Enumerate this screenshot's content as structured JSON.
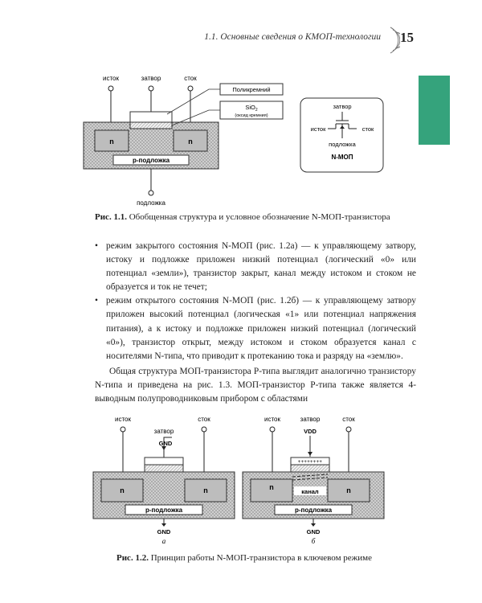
{
  "header": {
    "running_title": "1.1. Основные сведения о КМОП-технологии",
    "page_number": "15"
  },
  "figure1": {
    "label_source": "исток",
    "label_gate": "затвор",
    "label_drain": "сток",
    "label_n_left": "n",
    "label_n_right": "n",
    "label_substrate": "р-подложка",
    "label_bulk": "подложка",
    "callout_poly": "Поликремний",
    "callout_sio2_main": "SiO",
    "callout_sio2_sub": "2",
    "callout_sio2_note": "(оксид кремния)",
    "symbol": {
      "gate": "затвор",
      "source": "исток",
      "drain": "сток",
      "bulk": "подложка",
      "title": "N-МОП"
    },
    "caption_num": "Рис. 1.1.",
    "caption_text": "Обобщенная структура и условное обозначение N-МОП-транзистора"
  },
  "body": {
    "bullet1": "режим закрытого состояния N-МОП (рис. 1.2а) — к управляющему затвору, истоку и подложке приложен низкий потенциал (логический «0» или потенциал «земли»), транзистор закрыт, канал между истоком и стоком не образуется и ток не течет;",
    "bullet2": "режим открытого состояния N-МОП (рис. 1.2б) — к управляющему затвору приложен высокий потенциал (логическая «1» или потенциал напряжения питания), а к истоку и подложке приложен низкий потенциал (логический «0»), транзистор открыт, между истоком и стоком образуется канал с носителями N-типа, что приводит к протеканию тока и разряду на «землю».",
    "paragraph": "Общая структура МОП-транзистора P-типа выглядит аналогично транзистору N-типа и приведена на рис. 1.3. МОП-транзистор P-типа также является 4-выводным полупроводниковым прибором с областями"
  },
  "figure2": {
    "a": {
      "source": "исток",
      "gate": "затвор",
      "drain": "сток",
      "gate_potential": "GND",
      "n_left": "n",
      "n_right": "n",
      "substrate": "р-подложка",
      "bulk_potential": "GND",
      "sub_label": "а"
    },
    "b": {
      "source": "исток",
      "gate": "затвор",
      "drain": "сток",
      "gate_potential": "VDD",
      "plus_row": "++++++++",
      "n_left": "n",
      "n_right": "n",
      "channel": "канал",
      "substrate": "р-подложка",
      "bulk_potential": "GND",
      "sub_label": "б"
    },
    "caption_num": "Рис. 1.2.",
    "caption_text": "Принцип работы N-МОП-транзистора в ключевом режиме"
  }
}
